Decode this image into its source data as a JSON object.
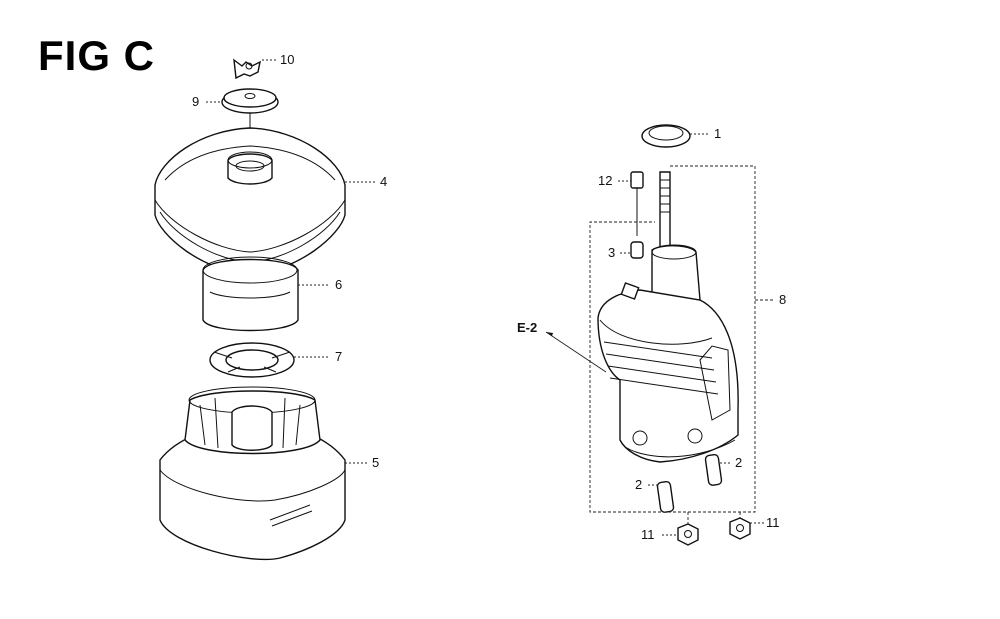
{
  "figure": {
    "title": "FIG C",
    "ref_label": "E-2",
    "callouts": {
      "c1": "1",
      "c2a": "2",
      "c2b": "2",
      "c3": "3",
      "c4": "4",
      "c5": "5",
      "c6": "6",
      "c7": "7",
      "c8": "8",
      "c9": "9",
      "c10": "10",
      "c11a": "11",
      "c11b": "11",
      "c12": "12"
    }
  }
}
